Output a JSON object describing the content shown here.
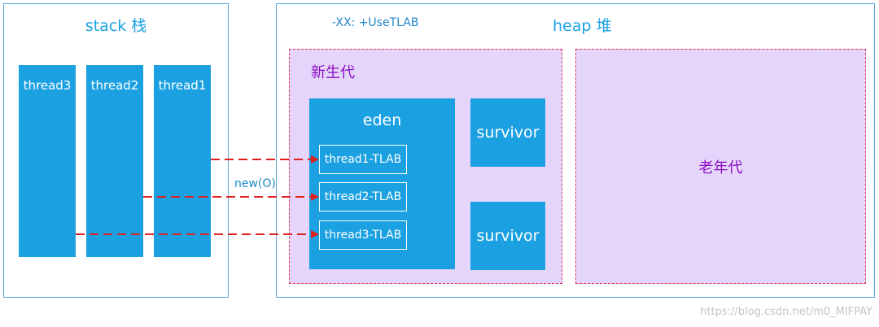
{
  "stack": {
    "title": "stack 栈",
    "threads": [
      "thread3",
      "thread2",
      "thread1"
    ]
  },
  "heap": {
    "title": "heap 堆",
    "option": "-XX: +UseTLAB",
    "young_gen": {
      "label": "新生代",
      "eden": {
        "label": "eden",
        "tlabs": [
          "thread1-TLAB",
          "thread2-TLAB",
          "thread3-TLAB"
        ]
      },
      "survivors": [
        "survivor",
        "survivor"
      ]
    },
    "old_gen": {
      "label": "老年代"
    }
  },
  "arrows": {
    "label": "new(O)"
  },
  "watermark": "https://blog.csdn.net/m0_MIFPAY",
  "colors": {
    "blue": "#1ba1e2",
    "generation_fill": "#e6d5fb",
    "generation_border": "#e0335f",
    "generation_text": "#8a0fc4",
    "arrow": "#e02020"
  }
}
